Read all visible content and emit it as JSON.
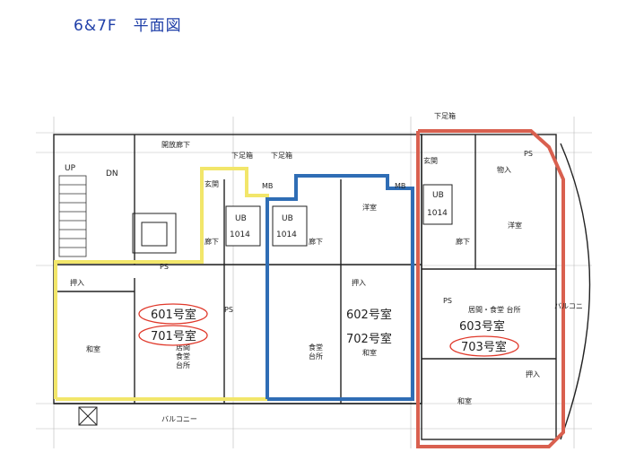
{
  "title": "6&7F　平面図",
  "rooms": {
    "r601": "601号室",
    "r701": "701号室",
    "r602": "602号室",
    "r702": "702号室",
    "r603": "603号室",
    "r703": "703号室"
  },
  "labels": {
    "up": "UP",
    "dn": "DN",
    "ps": "PS",
    "mb": "MB",
    "ub": "UB",
    "ub_no": "1014",
    "open_corridor": "開放廊下",
    "step_under": "下足箱",
    "entrance": "玄関",
    "hallway": "廊下",
    "storage": "押入",
    "closet": "物入",
    "western_room": "洋室",
    "japanese_room": "和室",
    "living_dining_kitchen": "居間・食堂 台所",
    "living": "居間",
    "dining": "食堂",
    "kitchen": "台所",
    "balcony": "バルコニー",
    "balcony_right": "バルコニ"
  },
  "colors": {
    "yellow_zone": "#f2e66a",
    "blue_zone": "#2f6db5",
    "red_zone": "#d9604f",
    "room_circle": "#e0392b",
    "title": "#1f3fa8"
  }
}
